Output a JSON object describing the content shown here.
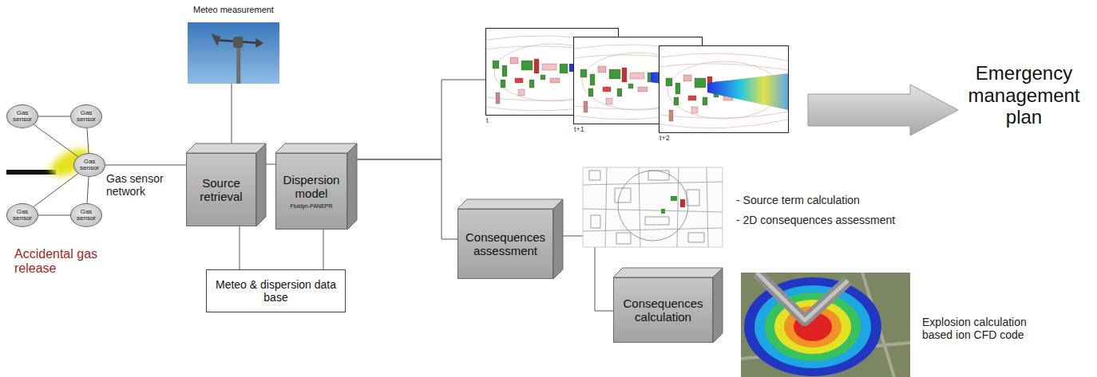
{
  "diagram": {
    "nodes": [
      {
        "text": [
          "Gas sensor"
        ]
      },
      {
        "text": [
          "Gas sensor"
        ]
      },
      {
        "text": [
          "Gas sensor"
        ]
      },
      {
        "text": [
          "Gas sensor"
        ]
      },
      {
        "text": [
          "Gas sensor"
        ]
      },
      {
        "text": [
          "Meteo measurement"
        ]
      },
      {
        "text": [
          "Source retrieval"
        ]
      },
      {
        "text": [
          "Dispersion model",
          "Fluidyn-PANEPR"
        ]
      },
      {
        "text": [
          "Meteo & dispersion data base"
        ]
      },
      {
        "text": [
          "t"
        ]
      },
      {
        "text": [
          "t+1"
        ]
      },
      {
        "text": [
          "t+2"
        ]
      },
      {
        "text": [
          "Consequences assessment"
        ]
      },
      {
        "text": [
          "Consequences calculation"
        ]
      }
    ],
    "edges": [
      {
        "from": 0,
        "to": 1,
        "arrow": "none"
      },
      {
        "from": 1,
        "to": 2,
        "arrow": "none"
      },
      {
        "from": 0,
        "to": 2,
        "arrow": "none"
      },
      {
        "from": 2,
        "to": 3,
        "arrow": "none"
      },
      {
        "from": 2,
        "to": 4,
        "arrow": "none"
      },
      {
        "from": 3,
        "to": 4,
        "arrow": "none"
      },
      {
        "from": 2,
        "to": 6,
        "arrow": "none"
      },
      {
        "from": 5,
        "to": 6,
        "arrow": "none"
      },
      {
        "from": 6,
        "to": 7,
        "arrow": "none"
      },
      {
        "from": 6,
        "to": 8,
        "arrow": "none"
      },
      {
        "from": 7,
        "to": 8,
        "arrow": "none"
      },
      {
        "from": 7,
        "to": 9,
        "arrow": "none"
      },
      {
        "from": 7,
        "to": 12,
        "arrow": "none"
      },
      {
        "from": 12,
        "to": 13,
        "arrow": "none"
      }
    ],
    "labels": [
      "Gas sensor network",
      "Accidental gas release",
      "Emergency management plan",
      "- Source term calculation",
      "- 2D consequences assessment",
      "Explosion calculation based ion CFD code"
    ]
  }
}
